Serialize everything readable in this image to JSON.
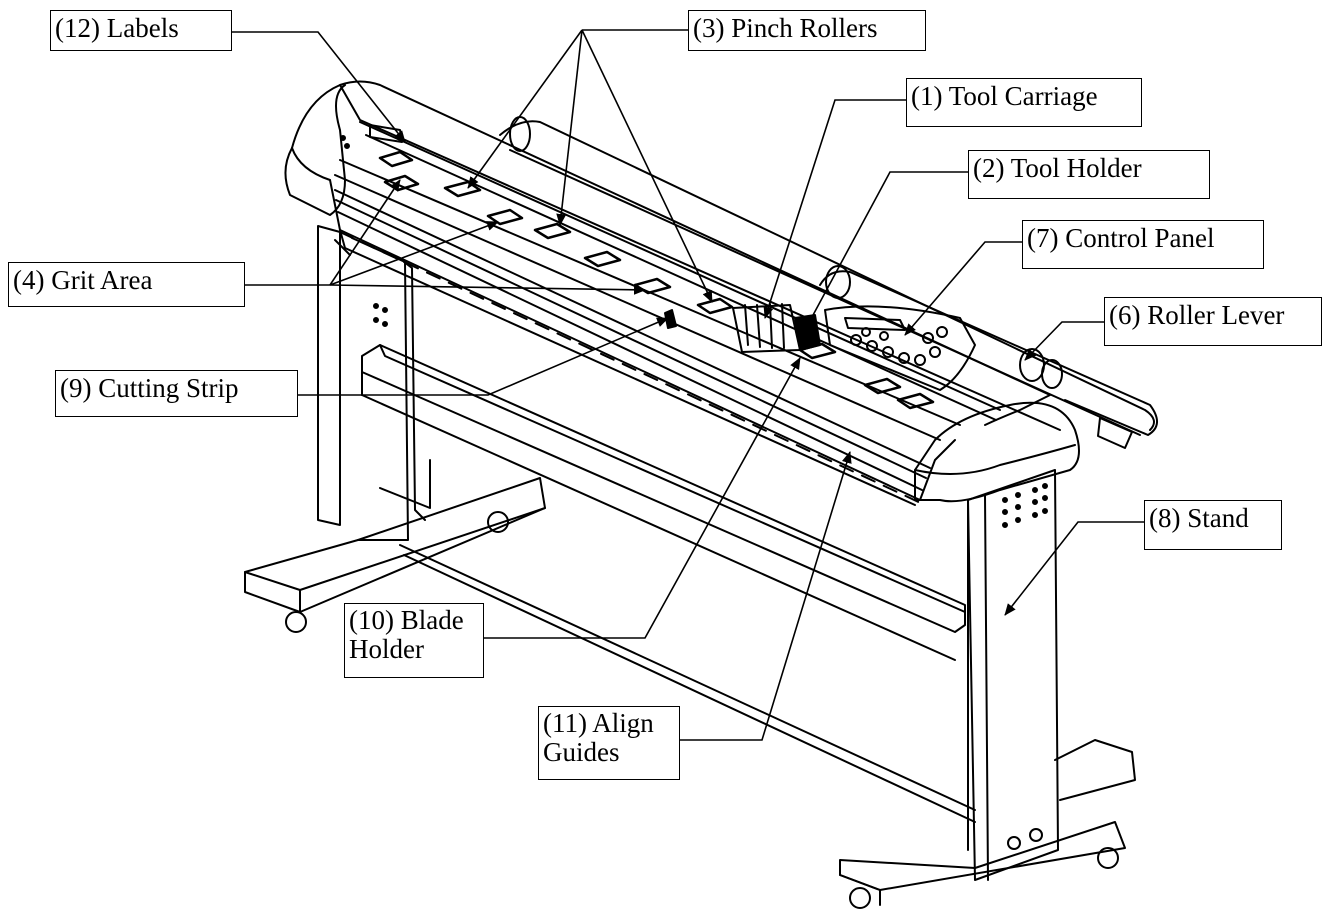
{
  "labels": {
    "l12": "(12) Labels",
    "l3": "(3) Pinch Rollers",
    "l1": "(1) Tool Carriage",
    "l2": "(2) Tool Holder",
    "l7": "(7) Control Panel",
    "l6": "(6) Roller Lever",
    "l4": "(4) Grit Area",
    "l9": "(9) Cutting Strip",
    "l8": "(8) Stand",
    "l10a": "(10) Blade",
    "l10b": "Holder",
    "l11a": "(11) Align",
    "l11b": "Guides"
  },
  "colors": {
    "ink": "#000000",
    "paper": "#ffffff"
  }
}
